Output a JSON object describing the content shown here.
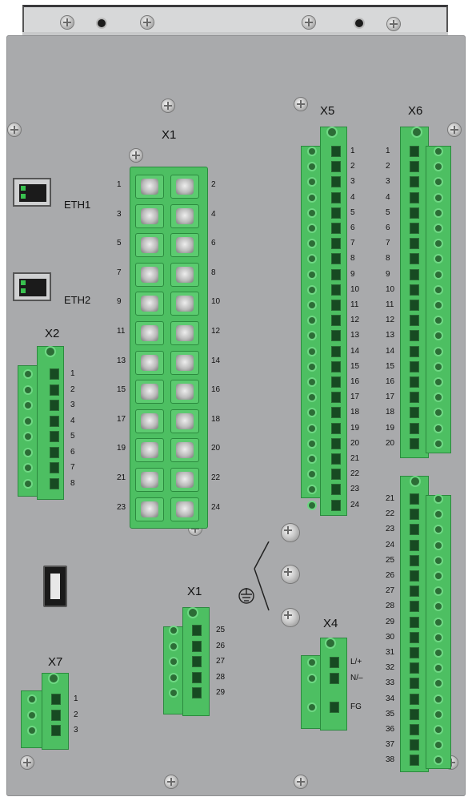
{
  "labels": {
    "x1_top": "X1",
    "x1_bottom": "X1",
    "x2": "X2",
    "x4": "X4",
    "x5": "X5",
    "x6": "X6",
    "x7": "X7",
    "eth1": "ETH1",
    "eth2": "ETH2"
  },
  "x1_left_numbers": [
    "1",
    "3",
    "5",
    "7",
    "9",
    "11",
    "13",
    "15",
    "17",
    "19",
    "21",
    "23"
  ],
  "x1_right_numbers": [
    "2",
    "4",
    "6",
    "8",
    "10",
    "12",
    "14",
    "16",
    "18",
    "20",
    "22",
    "24"
  ],
  "x1_bottom_numbers": [
    "25",
    "26",
    "27",
    "28",
    "29"
  ],
  "x2_numbers": [
    "1",
    "2",
    "3",
    "4",
    "5",
    "6",
    "7",
    "8"
  ],
  "x5_numbers": [
    "1",
    "2",
    "3",
    "4",
    "5",
    "6",
    "7",
    "8",
    "9",
    "10",
    "11",
    "12",
    "13",
    "14",
    "15",
    "16",
    "17",
    "18",
    "19",
    "20",
    "21",
    "22",
    "23",
    "24"
  ],
  "x6_left_numbers_top": [
    "1",
    "2",
    "3",
    "4",
    "5",
    "6",
    "7",
    "8",
    "9",
    "10",
    "11",
    "12",
    "13",
    "14",
    "15",
    "16",
    "17",
    "18",
    "19",
    "20"
  ],
  "x6_left_numbers_bottom": [
    "21",
    "22",
    "23",
    "24",
    "25",
    "26",
    "27",
    "28",
    "29",
    "30",
    "31",
    "32",
    "33",
    "34",
    "35",
    "36",
    "37",
    "38"
  ],
  "x7_numbers": [
    "1",
    "2",
    "3"
  ],
  "x4_labels": [
    "L/+",
    "N/–",
    "FG"
  ],
  "colors": {
    "panel": "#a9aaac",
    "terminal_green": "#4dbf62",
    "terminal_border": "#2b8a3e"
  }
}
